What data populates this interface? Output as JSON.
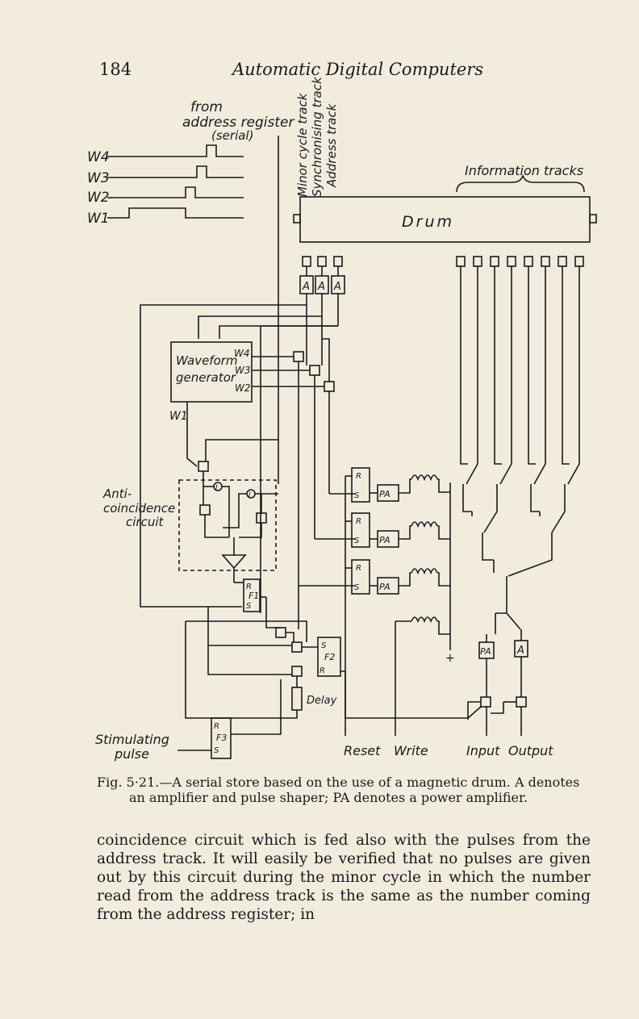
{
  "header": {
    "page_number": "184",
    "running_title": "Automatic Digital Computers"
  },
  "figure": {
    "labels": {
      "from": "from",
      "address_register": "address register",
      "serial": "(serial)",
      "minor_cycle_track": "Minor cycle track",
      "synchronising_track": "Synchronising track",
      "address_track": "Address track",
      "information_tracks": "Information tracks",
      "drum": "Drum",
      "w4": "W4",
      "w3": "W3",
      "w2": "W2",
      "w1": "W1",
      "waveform_generator_1": "Waveform",
      "waveform_generator_2": "generator",
      "anti_1": "Anti-",
      "anti_2": "coincidence",
      "anti_3": "circuit",
      "gate_i": "I",
      "amp_a": "A",
      "pa": "PA",
      "r": "R",
      "s": "S",
      "f1": "F1",
      "f2": "F2",
      "f3": "F3",
      "delay": "Delay",
      "stimulating_1": "Stimulating",
      "stimulating_2": "pulse",
      "reset": "Reset",
      "write": "Write",
      "input": "Input",
      "output": "Output",
      "plus": "+"
    }
  },
  "caption": {
    "number": "Fig. 5·21.",
    "line1": "—A serial store based on the use of a magnetic drum.  A denotes",
    "line2": "an amplifier and pulse shaper; PA denotes a power amplifier."
  },
  "body": {
    "paragraph": "coincidence circuit which is fed also with the pulses from the address track. It will easily be verified that no pulses are given out by this circuit during the minor cycle in which the number read from the address track is the same as the number coming from the address register; in"
  }
}
